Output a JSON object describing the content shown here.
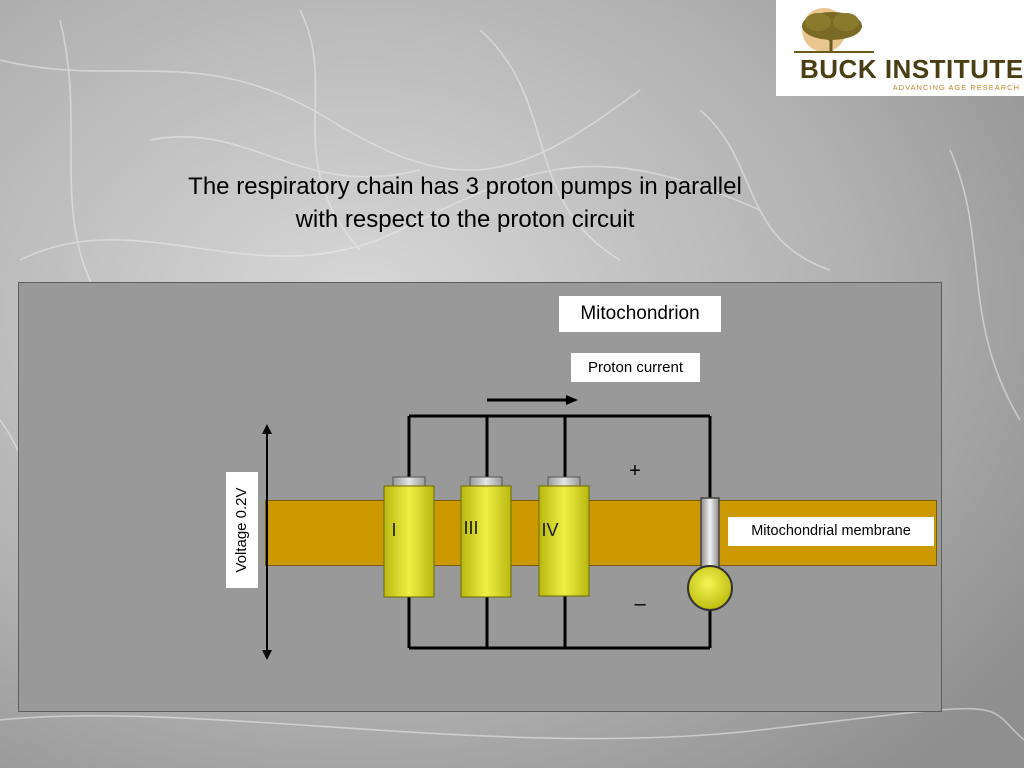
{
  "logo": {
    "name": "BUCK INSTITUTE",
    "tagline": "ADVANCING AGE RESEARCH"
  },
  "title": {
    "line1": "The respiratory chain has 3 proton pumps in parallel",
    "line2": "with respect to the proton circuit"
  },
  "diagram": {
    "mitochondrion_label": "Mitochondrion",
    "proton_current_label": "Proton current",
    "membrane_label": "Mitochondrial membrane",
    "voltage_label": "Voltage 0.2V",
    "plus_sign": "+",
    "minus_sign": "–",
    "complexes": [
      {
        "label": "I"
      },
      {
        "label": "III"
      },
      {
        "label": "IV"
      }
    ],
    "colors": {
      "panel": "#999999",
      "membrane": "#cc9900",
      "battery": "#dddd22",
      "wire": "#000000"
    }
  }
}
